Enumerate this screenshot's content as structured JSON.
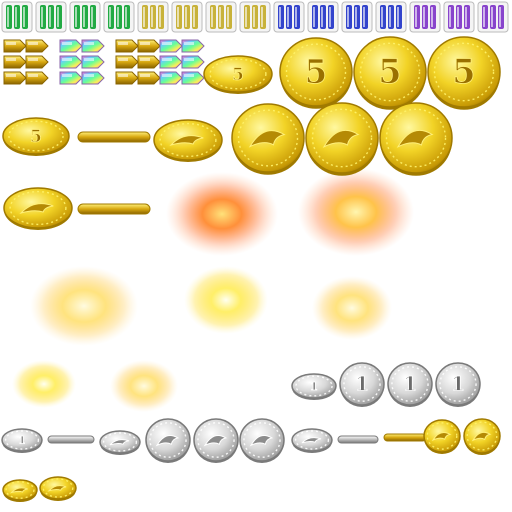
{
  "sheet": {
    "kind": "sprite-sheet",
    "content": "coins, gems/capsules, glow effects"
  },
  "palette": {
    "gold_light": "#FFF36A",
    "gold_mid": "#E6C21E",
    "gold_dark": "#A07A00",
    "silver_light": "#FFFFFF",
    "silver_mid": "#C8C8C8",
    "silver_dark": "#7A7A7A",
    "glow_orange": "#FF6A1A",
    "glow_yellow": "#FFD84A",
    "capsule_green": "#22AA44",
    "capsule_olive": "#C8B23A",
    "capsule_blue": "#3344CC",
    "capsule_purple": "#8844CC"
  },
  "coins": {
    "gold_five_numeral": "5",
    "silver_one_numeral": "1"
  },
  "sprite_groups": [
    "capsule-strip",
    "gold-five-coins",
    "gold-dolphin-coins",
    "glow-effects",
    "silver-one-coins",
    "silver-dolphin-coins",
    "small-gold-coins"
  ]
}
